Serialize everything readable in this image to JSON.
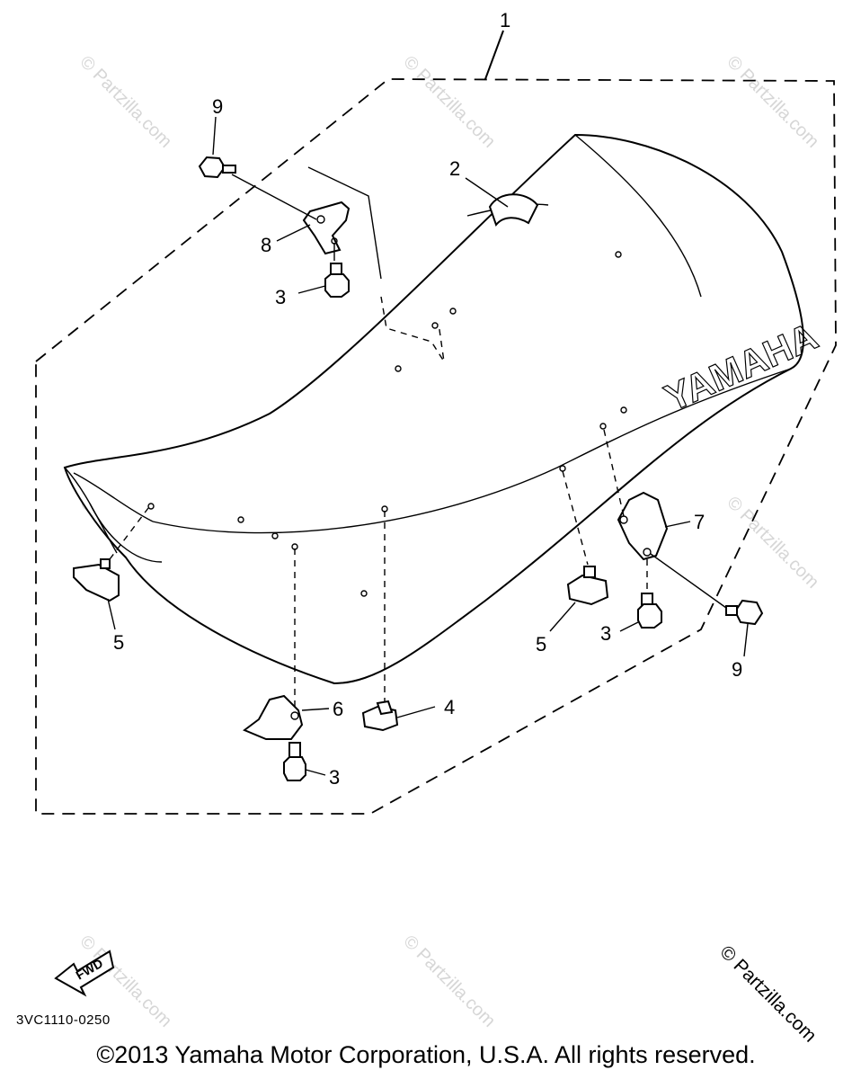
{
  "diagram": {
    "callouts": {
      "assembly": "1",
      "c2": "2",
      "c3a": "3",
      "c3b": "3",
      "c3c": "3",
      "c4": "4",
      "c5a": "5",
      "c5b": "5",
      "c6": "6",
      "c7": "7",
      "c8": "8",
      "c9a": "9",
      "c9b": "9"
    },
    "brand_text": "YAMAHA",
    "fwd_label": "FWD",
    "doc_code": "3VC1110-0250",
    "watermark": "© Partzilla.com",
    "copyright": "©2013 Yamaha Motor Corporation, U.S.A. All rights reserved."
  }
}
